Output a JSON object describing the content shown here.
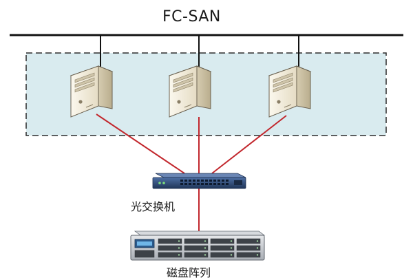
{
  "diagram": {
    "title": "FC-SAN",
    "server_count": 3,
    "switch_label": "光交换机",
    "storage_label": "磁盘阵列",
    "colors": {
      "bus_line": "#111111",
      "fc_link": "#c2272d",
      "server_zone_fill": "#d9ebef",
      "server_zone_border": "#2b2b2b",
      "switch_body": "#2e4a7a",
      "storage_body": "#c9cdd2"
    },
    "icons": {
      "server": "server-tower-icon",
      "switch": "network-switch-icon",
      "storage": "disk-array-icon"
    }
  }
}
